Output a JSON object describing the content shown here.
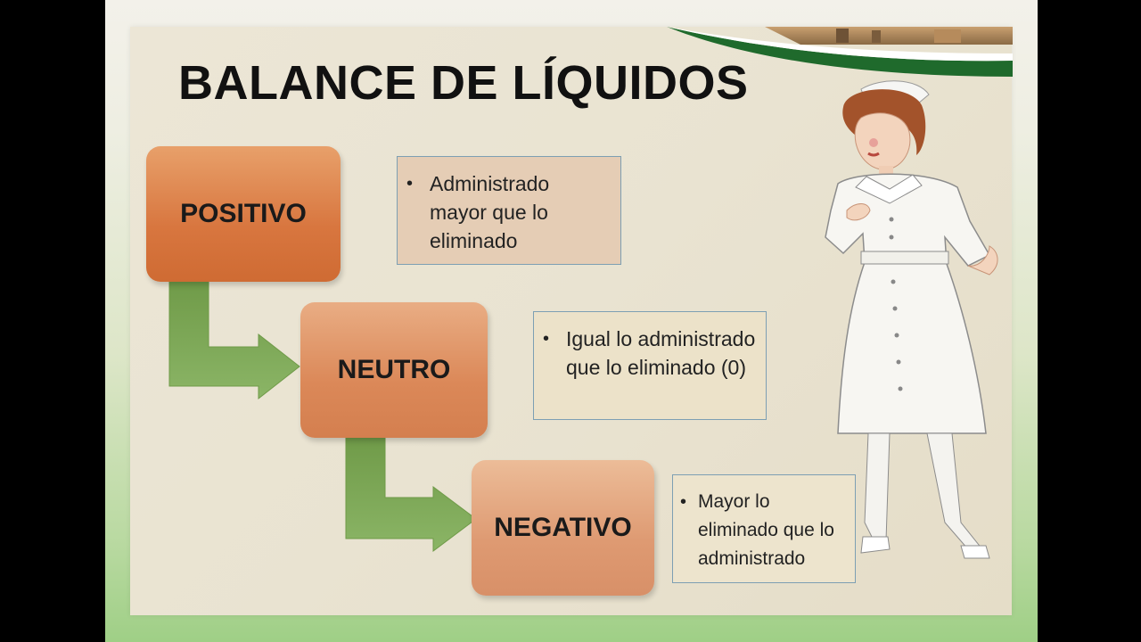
{
  "slide": {
    "title": "BALANCE DE LÍQUIDOS"
  },
  "diagram": {
    "stages": [
      {
        "label": "POSITIVO",
        "description": "Administrado mayor que lo eliminado"
      },
      {
        "label": "NEUTRO",
        "description": "Igual lo administrado que lo eliminado  (0)"
      },
      {
        "label": "NEGATIVO",
        "description": "Mayor lo eliminado que lo administrado"
      }
    ],
    "bullet": "•"
  },
  "colors": {
    "box_positivo": "#d8763f",
    "box_neutro": "#db8858",
    "box_negativo": "#de9a72",
    "arrow": "#7fa95a",
    "desc_border": "#7d9fb3"
  },
  "icons": {
    "illustration": "nurse-illustration",
    "corner": "campus-photo-strip"
  }
}
